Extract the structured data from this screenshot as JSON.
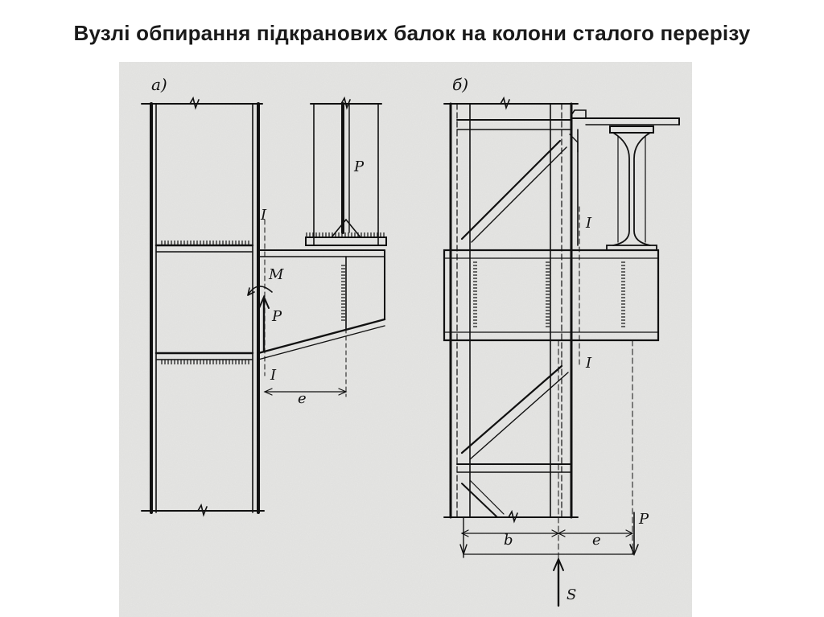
{
  "slide": {
    "title": "Вузлі обпирання підкранових балок на колони сталого перерізу"
  },
  "diagram": {
    "view_a": {
      "label": "а)",
      "section_marks": [
        "I",
        "I"
      ],
      "load_label": "P",
      "moment_label": "M",
      "force_label": "P",
      "eccentricity_label": "e"
    },
    "view_b": {
      "label": "б)",
      "section_marks": [
        "I",
        "I"
      ],
      "load_label": "P",
      "width_label": "b",
      "eccentricity_label": "e",
      "reaction_label": "S"
    }
  },
  "colors": {
    "paper": "#e6e6e4",
    "ink": "#111111",
    "title": "#1a1a1a"
  }
}
